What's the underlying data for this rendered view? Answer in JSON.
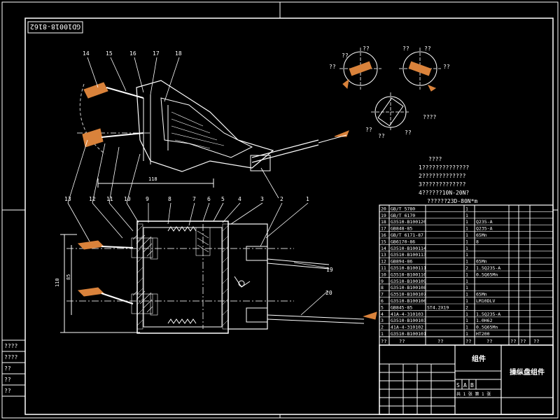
{
  "drawing_number_box": "GD10018-8162",
  "callouts_top": [
    "14",
    "15",
    "16",
    "17",
    "18",
    "13",
    "12",
    "11",
    "10",
    "9",
    "8",
    "7",
    "6",
    "5",
    "4",
    "3",
    "2",
    "1",
    "19",
    "20"
  ],
  "dimension_top": "118",
  "dimension_side_a": "110",
  "dimension_side_b": "85",
  "q_marks": "??",
  "q_marks_4": "????",
  "notes": [
    "????",
    "1??????????????",
    "2?????????????",
    "3?????????????",
    "4??????10N-20N?",
    "??????23D-80N*m"
  ],
  "parts_rows": [
    [
      "20",
      "GB/T 5780",
      "",
      "1",
      "",
      ""
    ],
    [
      "19",
      "GB/T 6170",
      "",
      "1",
      "",
      ""
    ],
    [
      "18",
      "G3510-B100120",
      "",
      "1",
      "Q235-A",
      ""
    ],
    [
      "17",
      "GB848-85",
      "",
      "1",
      "Q235-A",
      ""
    ],
    [
      "16",
      "GB/T 6171-87",
      "",
      "1",
      "65Mn",
      ""
    ],
    [
      "15",
      "GB6170-86",
      "",
      "1",
      "8",
      ""
    ],
    [
      "14",
      "G3510-B100114",
      "",
      "1",
      "",
      ""
    ],
    [
      "13",
      "G3510-B100113",
      "",
      "1",
      "",
      ""
    ],
    [
      "12",
      "GB894-86",
      "",
      "1",
      "65Mn",
      ""
    ],
    [
      "11",
      "G3510-B100111",
      "",
      "2",
      "1.5Q235-A",
      ""
    ],
    [
      "10",
      "G3510-B100110",
      "",
      "1",
      "0.5Q65Mn",
      ""
    ],
    [
      "9",
      "G3510-B100109",
      "",
      "1",
      "",
      ""
    ],
    [
      "8",
      "G3510-B100108",
      "",
      "1",
      "",
      ""
    ],
    [
      "7",
      "G3510-B100107",
      "",
      "1",
      "65Mn",
      ""
    ],
    [
      "6",
      "G3510-B100106",
      "",
      "1",
      "LM10DLV",
      ""
    ],
    [
      "5",
      "GB845-85",
      "ST4.2X19",
      "2",
      "",
      ""
    ],
    [
      "4",
      "41A-4-310103",
      "",
      "1",
      "1.5Q235-A",
      ""
    ],
    [
      "3",
      "G3510-B100103",
      "",
      "1",
      "1.0H62",
      ""
    ],
    [
      "2",
      "41A-4-310102",
      "",
      "1",
      "0.5Q65Mn",
      ""
    ],
    [
      "1",
      "G3510-B100101",
      "",
      "1",
      "HT200",
      ""
    ]
  ],
  "parts_header": [
    "??",
    "??",
    "??",
    "??",
    "??",
    "??",
    "??",
    "??"
  ],
  "title_block": {
    "group_label": "组件",
    "name": "操纵盘组件",
    "scale_s": "S",
    "scale_a": "A",
    "scale_b": "B",
    "sheet_text": "共 1 张  第 1 张"
  },
  "left_side_labels": [
    "????",
    "????",
    "??",
    "??",
    "??"
  ],
  "colors": {
    "background": "#000000",
    "line": "#ffffff",
    "highlight": "#d9823b",
    "hatch": "#ffffff"
  }
}
